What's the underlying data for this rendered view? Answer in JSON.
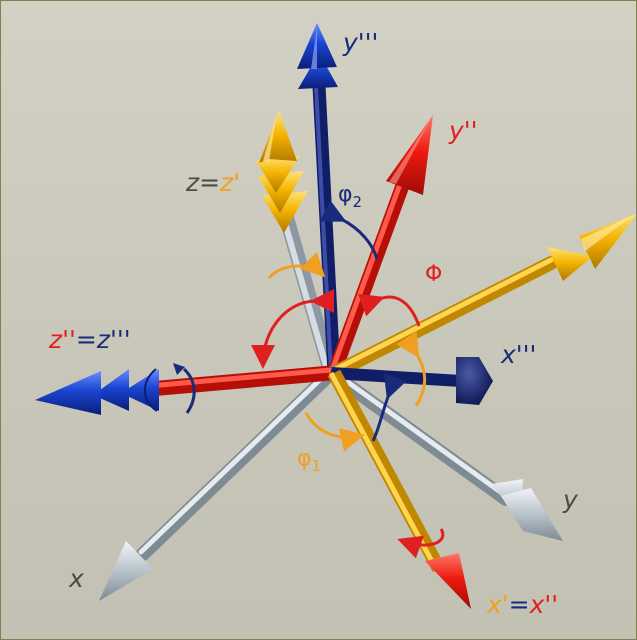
{
  "labels": {
    "y3": "y'''",
    "y2": "y''",
    "z_left": "z",
    "z_eq": "=",
    "z_right": "z'",
    "z2_left": "z''",
    "z2_eq": "=",
    "z2_right": "z'''",
    "x3": "x'''",
    "x": "x",
    "y": "y",
    "x1_left": "x'",
    "x1_eq": "=",
    "x1_right": "x''"
  },
  "angles": {
    "phi2": "φ",
    "phi2_sub": "2",
    "Phi": "Φ",
    "phi1": "φ",
    "phi1_sub": "1"
  },
  "colors": {
    "background": "#c9c8bb",
    "frame_red": "#ff2a1a",
    "frame_yellow": "#ffbb00",
    "frame_gray": "#b8c4cc",
    "frame_navy": "#1a2a7a",
    "frame_blue": "#1a44cc",
    "label_gray": "#4a4a4a",
    "arc_orange": "#f0a020",
    "arc_red": "#e02020",
    "arc_navy": "#1a2a7a"
  }
}
